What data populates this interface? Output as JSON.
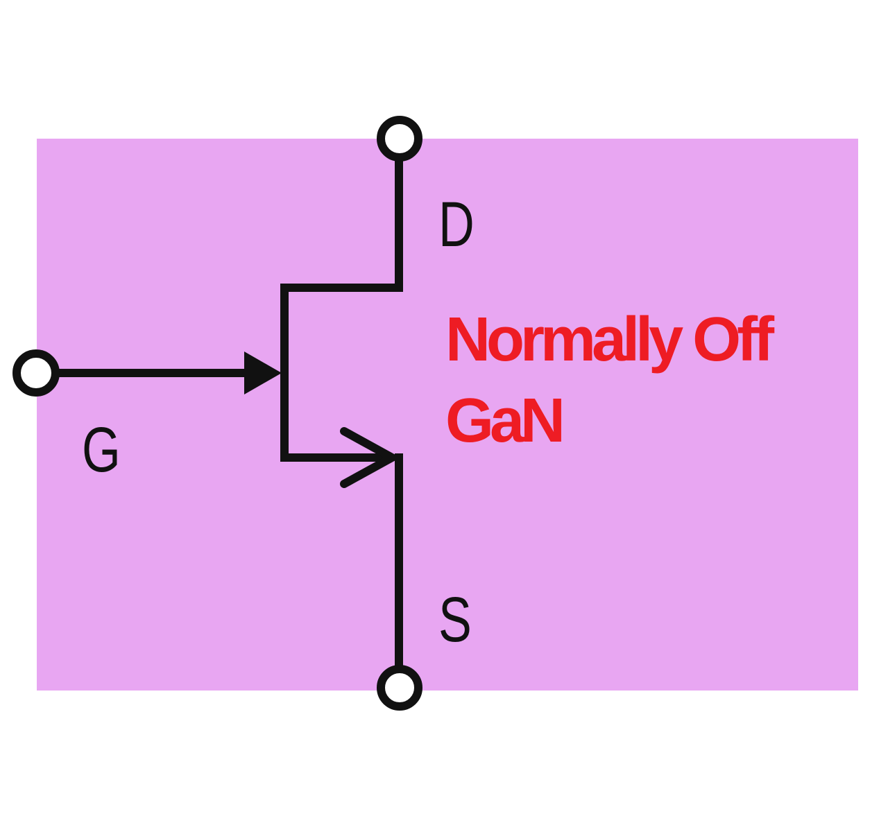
{
  "colors": {
    "background": "#E8A6F2",
    "wire": "#111111",
    "device_label": "#EE1C24"
  },
  "terminals": {
    "drain": "D",
    "gate": "G",
    "source": "S"
  },
  "device": {
    "line1": "Normally Off",
    "line2": "GaN"
  }
}
